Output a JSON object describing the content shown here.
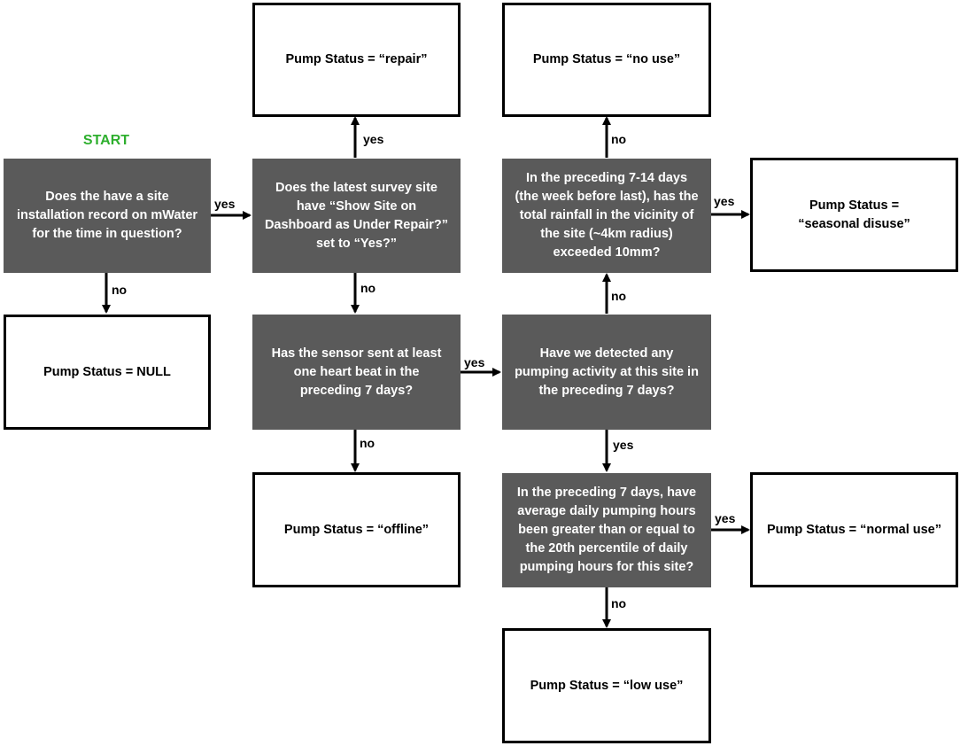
{
  "start_label": "START",
  "colors": {
    "decision_fill": "#5a5a5a",
    "outcome_border": "#000000",
    "start_text": "#2eaf2e"
  },
  "nodes": {
    "q_install": "Does the have a site\ninstallation record on mWater\nfor the time in question?",
    "q_repair": "Does the latest survey site\nhave “Show Site on\nDashboard as Under Repair?”\nset to “Yes?”",
    "q_heartbeat": "Has the sensor sent at least\none heart beat in the\npreceding 7 days?",
    "q_activity": "Have we detected any\npumping activity at this site in\nthe preceding 7 days?",
    "q_rainfall": "In the preceding 7-14 days\n(the week before last), has the\ntotal rainfall in the vicinity of\nthe site (~4km radius)\nexceeded 10mm?",
    "q_hours": "In the preceding 7 days, have\naverage daily pumping hours\nbeen greater than or equal to\nthe 20th percentile of daily\npumping hours for this site?",
    "s_null": "Pump Status = NULL",
    "s_repair": "Pump Status = “repair”",
    "s_offline": "Pump Status = “offline”",
    "s_nouse": "Pump Status = “no use”",
    "s_seasonal": "Pump Status =\n“seasonal disuse”",
    "s_normal": "Pump Status = “normal use”",
    "s_low": "Pump Status = “low use”"
  },
  "edges": {
    "install_yes": "yes",
    "install_no": "no",
    "repair_yes": "yes",
    "repair_no": "no",
    "heartbeat_yes": "yes",
    "heartbeat_no": "no",
    "activity_yes": "yes",
    "activity_no": "no",
    "rainfall_yes": "yes",
    "rainfall_no": "no",
    "hours_yes": "yes",
    "hours_no": "no"
  }
}
